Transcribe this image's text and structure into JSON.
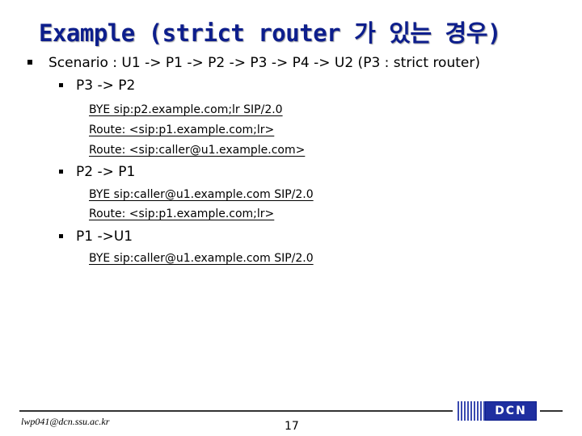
{
  "title": "Example (strict router 가 있는 경우)",
  "scenario": "Scenario : U1 -> P1 -> P2 -> P3 -> P4 -> U2 (P3 : strict router)",
  "sections": [
    {
      "heading": "P3 -> P2",
      "lines": [
        "BYE sip:p2.example.com;lr SIP/2.0",
        "Route: <sip:p1.example.com;lr>",
        "Route: <sip:caller@u1.example.com>"
      ]
    },
    {
      "heading": "P2 -> P1",
      "lines": [
        "BYE sip:caller@u1.example.com SIP/2.0",
        "Route: <sip:p1.example.com;lr>"
      ]
    },
    {
      "heading": "P1 ->U1",
      "lines": [
        "BYE sip:caller@u1.example.com SIP/2.0"
      ]
    }
  ],
  "footer": {
    "email": "lwp041@dcn.ssu.ac.kr",
    "page": "17",
    "logo_text": "DCN"
  }
}
